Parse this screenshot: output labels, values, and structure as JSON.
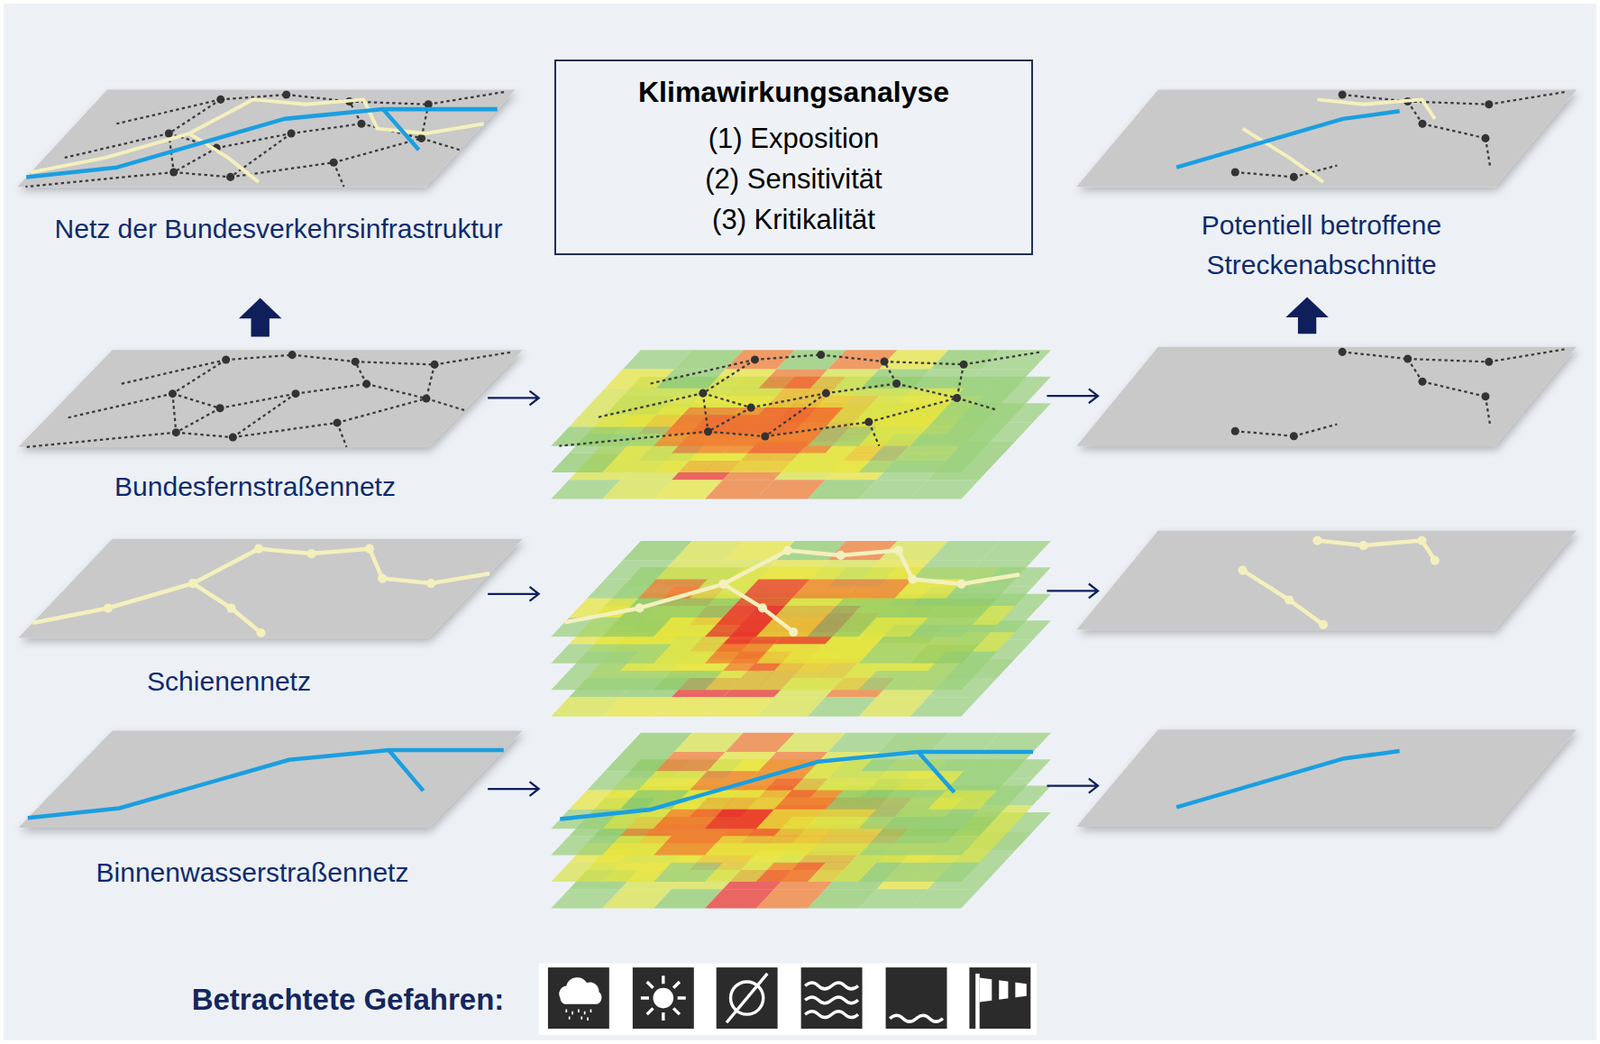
{
  "diagram": {
    "nodes": [
      {
        "text": [
          "Klimawirkungsanalyse",
          "(1) Exposition",
          "(2) Sensitivität",
          "(3) Kritikalität"
        ]
      }
    ],
    "labels": [
      "Netz der Bundesverkehrsinfrastruktur",
      "Potentiell betroffene Streckenabschnitte",
      "Bundesfernstraßennetz",
      "Schienennetz",
      "Binnenwasserstraßennetz",
      "Betrachtete Gefahren:"
    ]
  }
}
